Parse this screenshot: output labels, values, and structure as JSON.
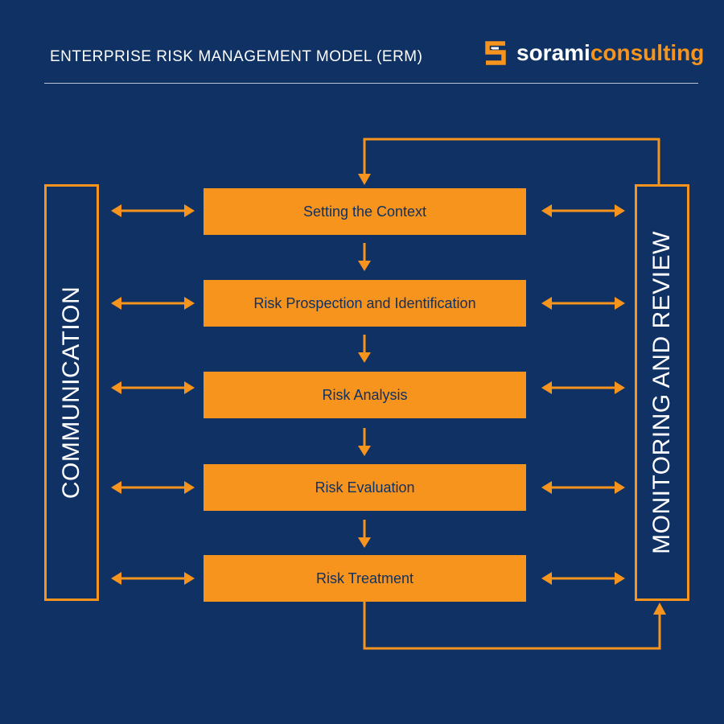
{
  "header": {
    "title": "ENTERPRISE RISK MANAGEMENT MODEL (ERM)"
  },
  "logo": {
    "text_white": "sorami",
    "text_orange": "consulting",
    "icon": "s-logo-icon"
  },
  "diagram": {
    "left_panel": "COMMUNICATION",
    "right_panel": "MONITORING AND REVIEW",
    "steps": [
      "Setting the Context",
      "Risk Prospection and Identification",
      "Risk Analysis",
      "Risk Evaluation",
      "Risk Treatment"
    ]
  },
  "colors": {
    "background": "#0f3163",
    "accent": "#f7941d",
    "text_light": "#ffffff"
  }
}
